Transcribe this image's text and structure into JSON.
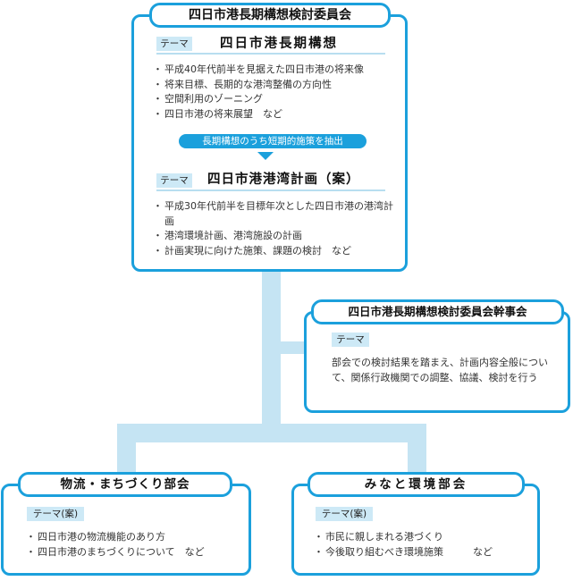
{
  "committee": {
    "title": "四日市港長期構想検討委員会",
    "section1": {
      "tag": "テーマ",
      "name": "四日市港長期構想",
      "items": [
        "平成40年代前半を見据えた四日市港の将来像",
        "将来目標、長期的な港湾整備の方向性",
        "空間利用のゾーニング",
        "四日市港の将来展望　など"
      ]
    },
    "extract_label": "長期構想のうち短期的施策を抽出",
    "section2": {
      "tag": "テーマ",
      "name": "四日市港港湾計画（案）",
      "items": [
        "平成30年代前半を目標年次とした四日市港の港湾計画",
        "港湾環境計画、港湾施設の計画",
        "計画実現に向けた施策、課題の検討　など"
      ]
    }
  },
  "secretariat": {
    "title": "四日市港長期構想検討委員会幹事会",
    "tag": "テーマ",
    "description": "部会での検討結果を踏まえ、計画内容全般について、関係行政機関での調整、協議、検討を行う"
  },
  "logistics": {
    "title": "物流・まちづくり部会",
    "tag": "テーマ(案)",
    "items": [
      "四日市港の物流機能のあり方",
      "四日市港のまちづくりについて　など"
    ]
  },
  "environment": {
    "title": "みなと環境部会",
    "tag": "テーマ(案)",
    "items": [
      "市民に親しまれる港づくり",
      "今後取り組むべき環境施策　　　など"
    ]
  },
  "colors": {
    "border": "#1ba0dc",
    "tag_background": "#cde9f6",
    "connector": "#c5e4f3"
  }
}
